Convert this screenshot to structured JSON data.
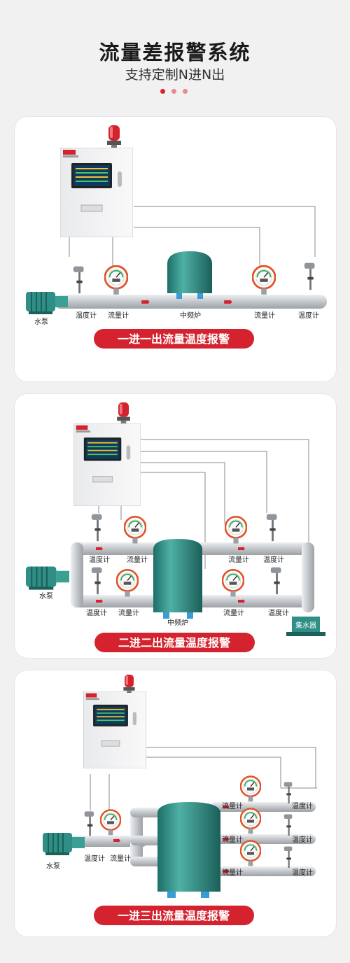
{
  "header": {
    "title": "流量差报警系统",
    "subtitle": "支持定制N进N出"
  },
  "colors": {
    "accent": "#d4232e",
    "tank": "#2f8f86",
    "pipe": "#c9ccd0"
  },
  "panels": [
    {
      "caption": "一进一出流量温度报警",
      "labels": {
        "pump": "水泵",
        "thermo1": "温度计",
        "flow1": "流量计",
        "furnace": "中频炉",
        "flow2": "流量计",
        "thermo2": "温度计"
      }
    },
    {
      "caption": "二进二出流量温度报警",
      "labels": {
        "thermo_a": "温度计",
        "flow_a": "流量计",
        "flow_b": "流量计",
        "thermo_b": "温度计",
        "pump": "水泵",
        "thermo_c": "温度计",
        "flow_c": "流量计",
        "furnace": "中频炉",
        "flow_d": "流量计",
        "thermo_d": "温度计",
        "collector": "集水器"
      }
    },
    {
      "caption": "一进三出流量温度报警",
      "labels": {
        "pump": "水泵",
        "thermo_in": "温度计",
        "flow_in": "流量计",
        "flow_o1": "流量计",
        "thermo_o1": "温度计",
        "flow_o2": "流量计",
        "thermo_o2": "温度计",
        "flow_o3": "流量计",
        "thermo_o3": "温度计"
      }
    }
  ]
}
